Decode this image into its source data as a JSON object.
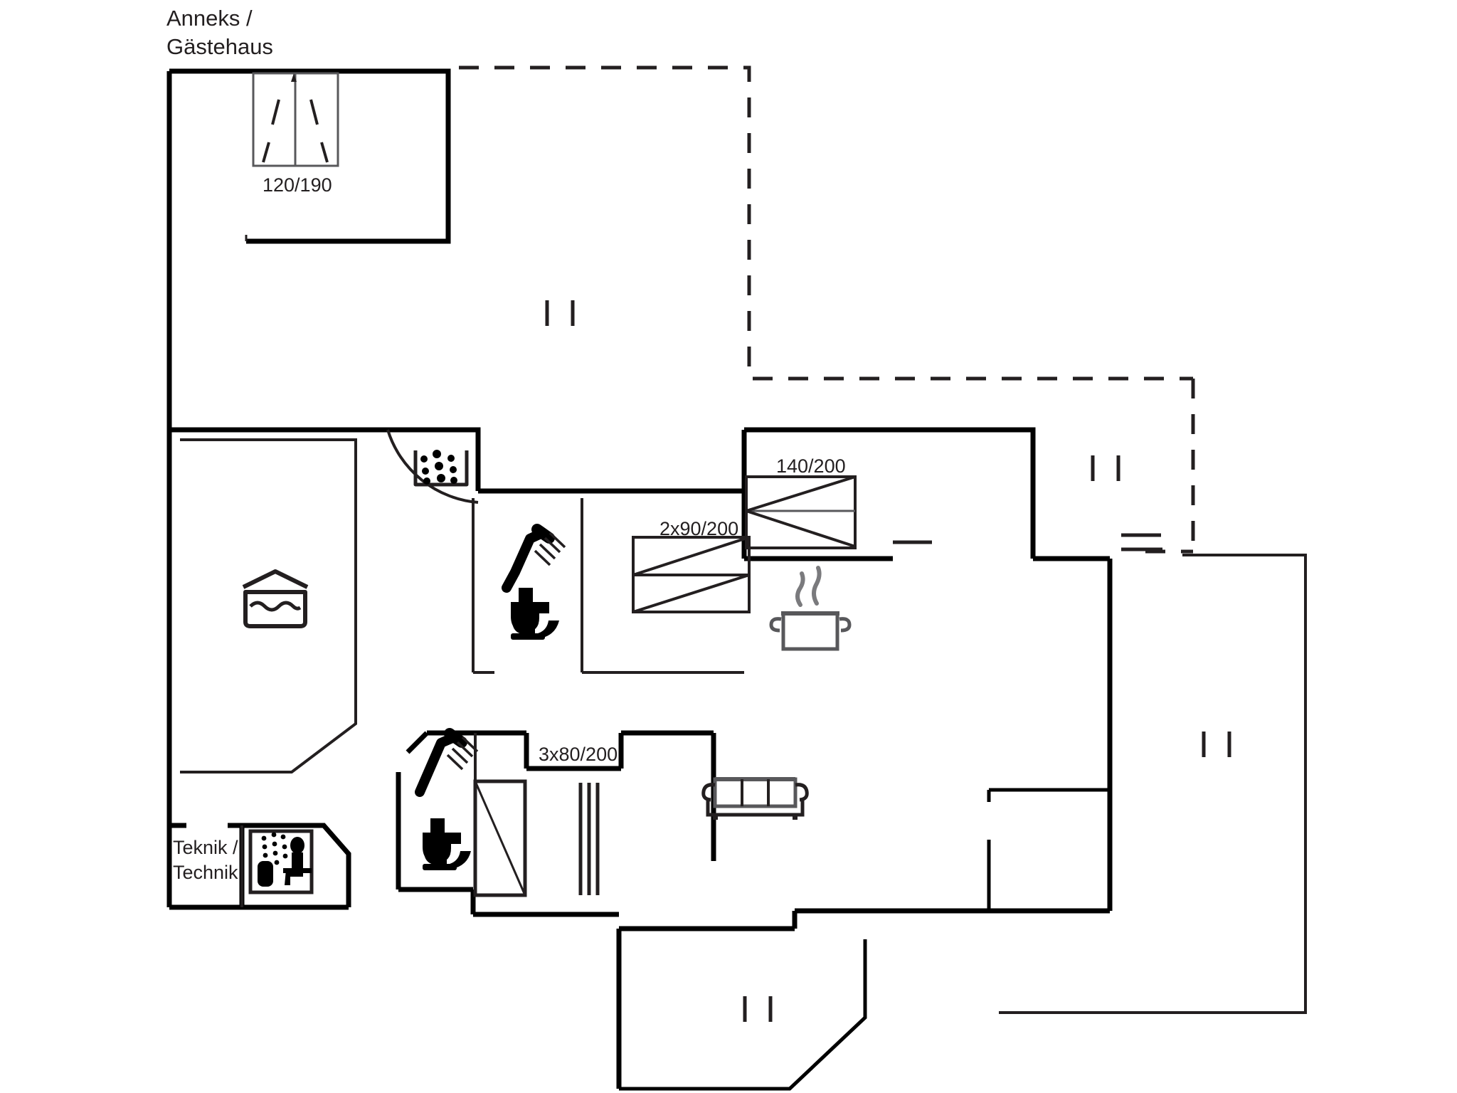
{
  "document": {
    "type": "floor-plan",
    "title_annex": "Anneks /\nGästehaus",
    "annex_line1": "Anneks /",
    "annex_line2": "Gästehaus"
  },
  "labels": {
    "annex_title": "Anneks /\nGästehaus",
    "bed_annex": "120/190",
    "bed_master": "140/200",
    "bed_double_single": "2x90/200",
    "bed_bunk": "3x80/200",
    "technik_line1": "Teknik /",
    "technik_line2": "Technik",
    "technik_full": "Teknik /\nTechnik"
  },
  "rooms": [
    {
      "id": "annex-guesthouse",
      "name": "Anneks / Gästehaus",
      "bed_label": "120/190",
      "icons": [
        "bed-double-icon"
      ]
    },
    {
      "id": "pool-room",
      "name": "Pool",
      "icons": [
        "pool-water-icon"
      ]
    },
    {
      "id": "whirlpool-room",
      "name": "Whirlpool",
      "icons": [
        "whirlpool-icon"
      ]
    },
    {
      "id": "bathroom-upper",
      "name": "Bathroom",
      "icons": [
        "shower-icon",
        "toilet-icon"
      ]
    },
    {
      "id": "bedroom-master",
      "name": "Bedroom",
      "bed_label": "140/200",
      "icons": [
        "bed-double-icon"
      ]
    },
    {
      "id": "bedroom-twin",
      "name": "Bedroom",
      "bed_label": "2x90/200",
      "icons": [
        "bed-twin-icon"
      ]
    },
    {
      "id": "kitchen",
      "name": "Kitchen",
      "icons": [
        "cooking-pot-icon"
      ]
    },
    {
      "id": "bathroom-lower",
      "name": "Bathroom",
      "icons": [
        "shower-icon",
        "toilet-icon"
      ]
    },
    {
      "id": "bedroom-bunk",
      "name": "Bedroom",
      "bed_label": "3x80/200",
      "icons": [
        "bed-bunk-icon"
      ]
    },
    {
      "id": "living-room",
      "name": "Living room",
      "icons": [
        "sofa-icon"
      ]
    },
    {
      "id": "technik-room",
      "name": "Teknik / Technik",
      "icons": [
        "sauna-icon"
      ]
    }
  ],
  "icons": {
    "pool_water": "pool-water-icon",
    "whirlpool": "whirlpool-icon",
    "shower": "shower-icon",
    "toilet": "toilet-icon",
    "cooking_pot": "cooking-pot-icon",
    "sofa": "sofa-icon",
    "sauna": "sauna-icon",
    "bed": "bed-icon"
  },
  "colors": {
    "wall": "#000000",
    "thin_line": "#231f20",
    "icon_grey": "#58585b",
    "text": "#231f20",
    "background": "#ffffff"
  },
  "line_styles": {
    "exterior_wall_width": 7,
    "interior_wall_width": 4,
    "thin_line_width": 2,
    "terrace_dash": "28 22"
  }
}
